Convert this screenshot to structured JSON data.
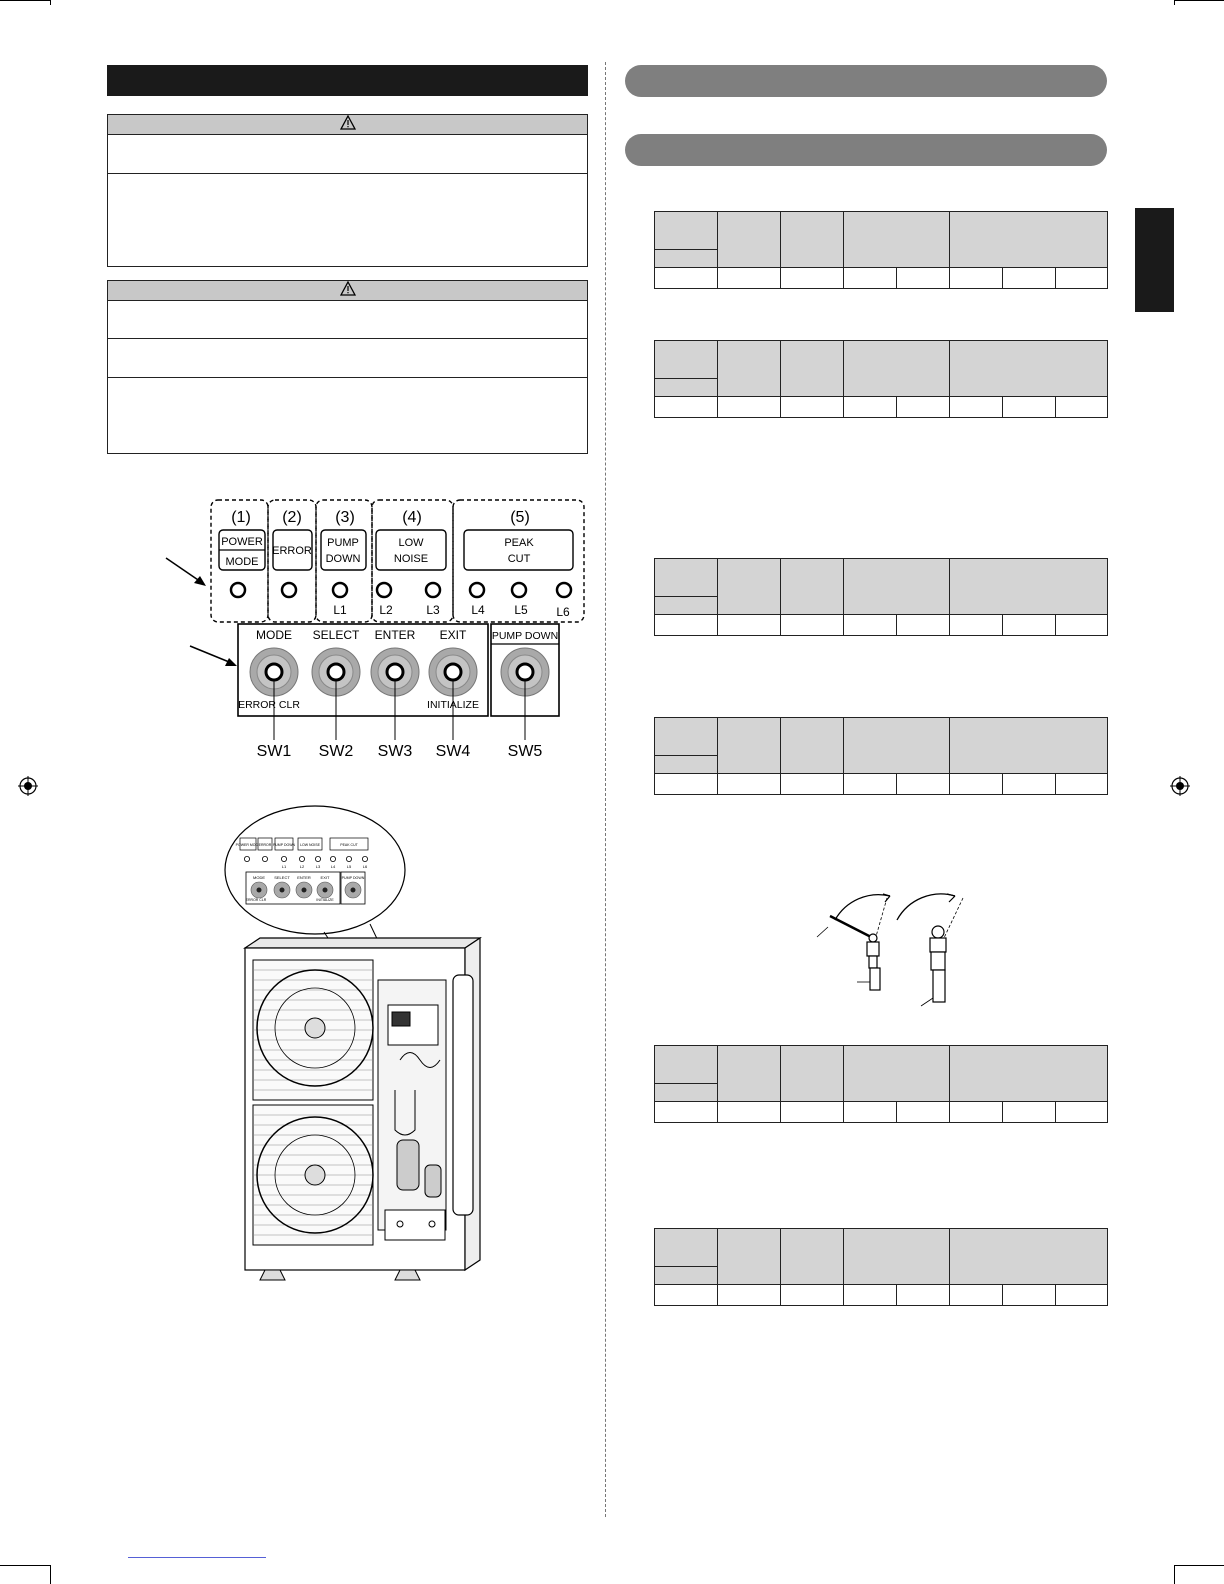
{
  "warnings": [
    {
      "symbol": "⚠",
      "rows": 2
    },
    {
      "symbol": "⚠",
      "rows": 3
    }
  ],
  "panel": {
    "groups": [
      {
        "number": "(1)",
        "labels": [
          "POWER",
          "MODE"
        ]
      },
      {
        "number": "(2)",
        "labels": [
          "ERROR"
        ]
      },
      {
        "number": "(3)",
        "labels": [
          "PUMP",
          "DOWN"
        ]
      },
      {
        "number": "(4)",
        "labels": [
          "LOW",
          "NOISE"
        ]
      },
      {
        "number": "(5)",
        "labels": [
          "PEAK",
          "CUT"
        ]
      }
    ],
    "led_labels": [
      "L1",
      "L2",
      "L3",
      "L4",
      "L5",
      "L6"
    ],
    "button_labels": [
      "MODE",
      "SELECT",
      "ENTER",
      "EXIT",
      "PUMP DOWN"
    ],
    "sub_labels": [
      "ERROR CLR",
      "INITIALIZE"
    ],
    "switch_labels": [
      "SW1",
      "SW2",
      "SW3",
      "SW4",
      "SW5"
    ]
  },
  "inset": {
    "group_labels": [
      "POWER MODE",
      "ERROR",
      "PUMP DOWN",
      "LOW NOISE",
      "PEAK CUT"
    ],
    "led_labels": [
      "L1",
      "L2",
      "L3",
      "L4",
      "L5",
      "L6"
    ],
    "button_labels": [
      "MODE",
      "SELECT",
      "ENTER",
      "EXIT",
      "PUMP DOWN"
    ],
    "sub_labels": [
      "ERROR CLR",
      "INITIALIZE"
    ]
  },
  "colors": {
    "section_bar": "#1a1a1a",
    "pill": "#7f7f7f",
    "table_header": "#d4d4d4",
    "warning_header": "#c8c8c8"
  }
}
